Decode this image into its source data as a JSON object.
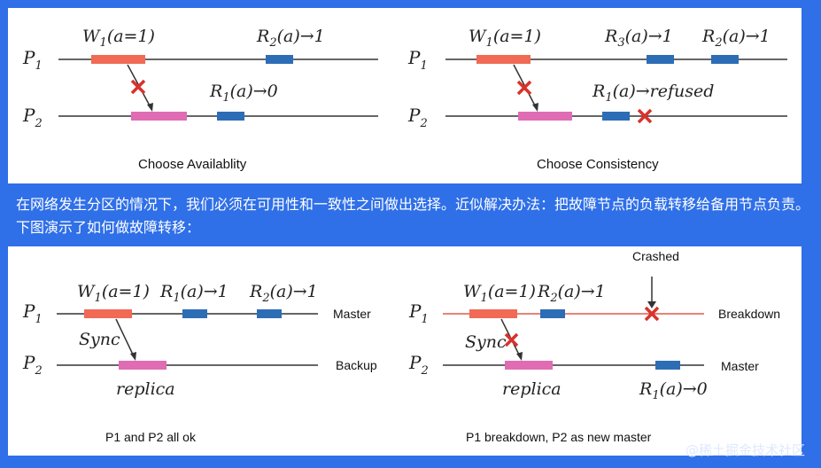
{
  "top_left": {
    "p1": "P",
    "p1_sub": "1",
    "p2": "P",
    "p2_sub": "2",
    "write": "W",
    "write_sub": "1",
    "write_arg": "(a=1)",
    "read_p1": "R",
    "read_p1_sub": "2",
    "read_p1_rest": "(a)→1",
    "read_p2": "R",
    "read_p2_sub": "1",
    "read_p2_rest": "(a)→0",
    "caption": "Choose Availablity"
  },
  "top_right": {
    "p1": "P",
    "p1_sub": "1",
    "p2": "P",
    "p2_sub": "2",
    "write": "W",
    "write_sub": "1",
    "write_arg": "(a=1)",
    "read_a": "R",
    "read_a_sub": "3",
    "read_a_rest": "(a)→1",
    "read_b": "R",
    "read_b_sub": "2",
    "read_b_rest": "(a)→1",
    "refused": "R",
    "refused_sub": "1",
    "refused_rest": "(a)→refused",
    "caption": "Choose Consistency"
  },
  "description": "在网络发生分区的情况下，我们必须在可用性和一致性之间做出选择。近似解决办法：把故障节点的负载转移给备用节点负责。下图演示了如何做故障转移：",
  "bottom_left": {
    "p1": "P",
    "p1_sub": "1",
    "p2": "P",
    "p2_sub": "2",
    "write": "W",
    "write_sub": "1",
    "write_arg": "(a=1)",
    "read_a": "R",
    "read_a_sub": "1",
    "read_a_rest": "(a)→1",
    "read_b": "R",
    "read_b_sub": "2",
    "read_b_rest": "(a)→1",
    "sync": "Sync",
    "replica": "replica",
    "role_p1": "Master",
    "role_p2": "Backup",
    "caption": "P1 and P2 all ok"
  },
  "bottom_right": {
    "p1": "P",
    "p1_sub": "1",
    "p2": "P",
    "p2_sub": "2",
    "write": "W",
    "write_sub": "1",
    "write_arg": "(a=1)",
    "read_a": "R",
    "read_a_sub": "2",
    "read_a_rest": "(a)→1",
    "read_b": "R",
    "read_b_sub": "1",
    "read_b_rest": "(a)→0",
    "sync": "Sync",
    "replica": "replica",
    "crashed": "Crashed",
    "role_p1": "Breakdown",
    "role_p2": "Master",
    "caption": "P1 breakdown, P2 as new master"
  },
  "watermark": "@稀土掘金技术社区",
  "colors": {
    "background": "#2f6fe8",
    "write": "#f06a55",
    "replica": "#e06cb4",
    "read": "#2d6db5",
    "cross": "#d9322b",
    "broken_line": "#e05a4a"
  }
}
